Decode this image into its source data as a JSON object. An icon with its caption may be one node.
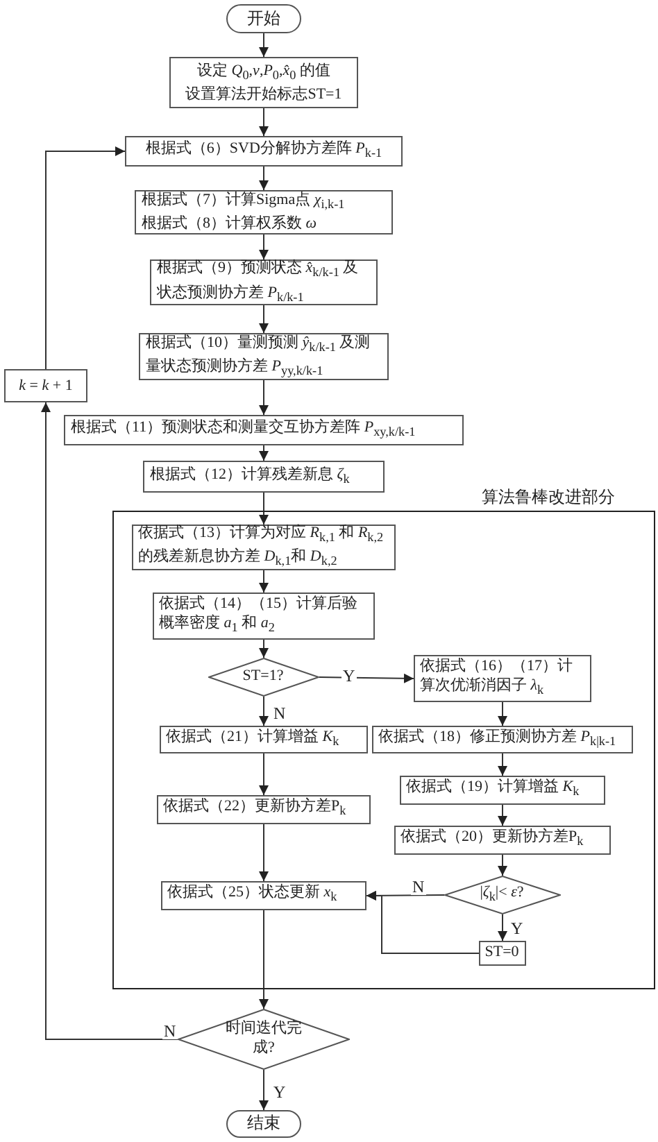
{
  "diagram": {
    "nodes": [
      {
        "text": [
          "开始"
        ]
      },
      {
        "text": [
          "设定 *Q*$_{0}$,*v*,*P*$_{0}$,*x̂*$_{0}$ 的值",
          "设置算法开始标志ST=1"
        ]
      },
      {
        "text": [
          "根据式（6）SVD分解协方差阵 *P*$_{k-1}$"
        ]
      },
      {
        "text": [
          "根据式（7）计算Sigma点 *χ*$_{i,k-1}$",
          "根据式（8）计算权系数 *ω*"
        ]
      },
      {
        "text": [
          "根据式（9）预测状态 *x̂*$_{k/k-1}$ 及状态预测协方差 *P*$_{k/k-1}$"
        ]
      },
      {
        "text": [
          "根据式（10）量测预测 *ŷ*$_{k/k-1}$ 及测量状态预测协方差 *P*$_{yy,k/k-1}$"
        ]
      },
      {
        "text": [
          "*k* = *k* + 1"
        ]
      },
      {
        "text": [
          "根据式（11）预测状态和测量交互协方差阵 *P*$_{xy,k/k-1}$"
        ]
      },
      {
        "text": [
          "根据式（12）计算残差新息 *ζ*$_{k}$"
        ]
      },
      {
        "text": [
          "算法鲁棒改进部分"
        ]
      },
      {
        "text": [
          "依据式（13）计算为对应 *R*$_{k,1}$ 和 *R*$_{k,2}$ 的残差新息协方差 *D*$_{k,1}$和 *D*$_{k,2}$"
        ],
        "in": 9
      },
      {
        "text": [
          "依据式（14）（15）计算后验概率密度 *a*$_{1}$ 和 *a*$_{2}$"
        ],
        "in": 9
      },
      {
        "text": [
          "ST=1?"
        ],
        "in": 9
      },
      {
        "text": [
          "依据式（16）（17）计算次优渐消因子 *λ*$_{k}$"
        ],
        "in": 9
      },
      {
        "text": [
          "依据式（21）计算增益 *K*$_{k}$"
        ],
        "in": 9
      },
      {
        "text": [
          "依据式（18）修正预测协方差 *P*$_{k|k-1}$"
        ],
        "in": 9
      },
      {
        "text": [
          "依据式（22）更新协方差P$_{k}$"
        ],
        "in": 9
      },
      {
        "text": [
          "依据式（19）计算增益 *K*$_{k}$"
        ],
        "in": 9
      },
      {
        "text": [
          "依据式（20）更新协方差P$_{k}$"
        ],
        "in": 9
      },
      {
        "text": [
          "依据式（25）状态更新 *x*$_{k}$"
        ],
        "in": 9
      },
      {
        "text": [
          "|*ζ*$_{k}$|< *ε*?"
        ],
        "in": 9
      },
      {
        "text": [
          "ST=0"
        ],
        "in": 9
      },
      {
        "text": [
          "时间迭代完成?"
        ]
      },
      {
        "text": [
          "结束"
        ]
      }
    ],
    "edges": [
      {
        "from": 0,
        "to": 1,
        "arrow": "to"
      },
      {
        "from": 1,
        "to": 2,
        "arrow": "to"
      },
      {
        "from": 2,
        "to": 3,
        "arrow": "to"
      },
      {
        "from": 3,
        "to": 4,
        "arrow": "to"
      },
      {
        "from": 4,
        "to": 5,
        "arrow": "to"
      },
      {
        "from": 5,
        "to": 7,
        "arrow": "to"
      },
      {
        "from": 7,
        "to": 8,
        "arrow": "to"
      },
      {
        "from": 8,
        "to": 10,
        "arrow": "to"
      },
      {
        "from": 10,
        "to": 11,
        "arrow": "to"
      },
      {
        "from": 11,
        "to": 12,
        "arrow": "to"
      },
      {
        "from": 12,
        "to": 13,
        "arrow": "to",
        "label": "Y"
      },
      {
        "from": 12,
        "to": 14,
        "arrow": "to",
        "label": "N"
      },
      {
        "from": 13,
        "to": 15,
        "arrow": "to"
      },
      {
        "from": 15,
        "to": 17,
        "arrow": "to"
      },
      {
        "from": 17,
        "to": 18,
        "arrow": "to"
      },
      {
        "from": 18,
        "to": 20,
        "arrow": "to"
      },
      {
        "from": 20,
        "to": 19,
        "arrow": "to",
        "label": "N"
      },
      {
        "from": 20,
        "to": 21,
        "arrow": "to",
        "label": "Y"
      },
      {
        "from": 21,
        "to": 19,
        "arrow": "to"
      },
      {
        "from": 14,
        "to": 16,
        "arrow": "to"
      },
      {
        "from": 16,
        "to": 19,
        "arrow": "to"
      },
      {
        "from": 19,
        "to": 22,
        "arrow": "to"
      },
      {
        "from": 22,
        "to": 23,
        "arrow": "to",
        "label": "Y"
      },
      {
        "from": 22,
        "to": 6,
        "arrow": "to",
        "label": "N"
      },
      {
        "from": 6,
        "to": 2,
        "arrow": "to"
      }
    ]
  }
}
